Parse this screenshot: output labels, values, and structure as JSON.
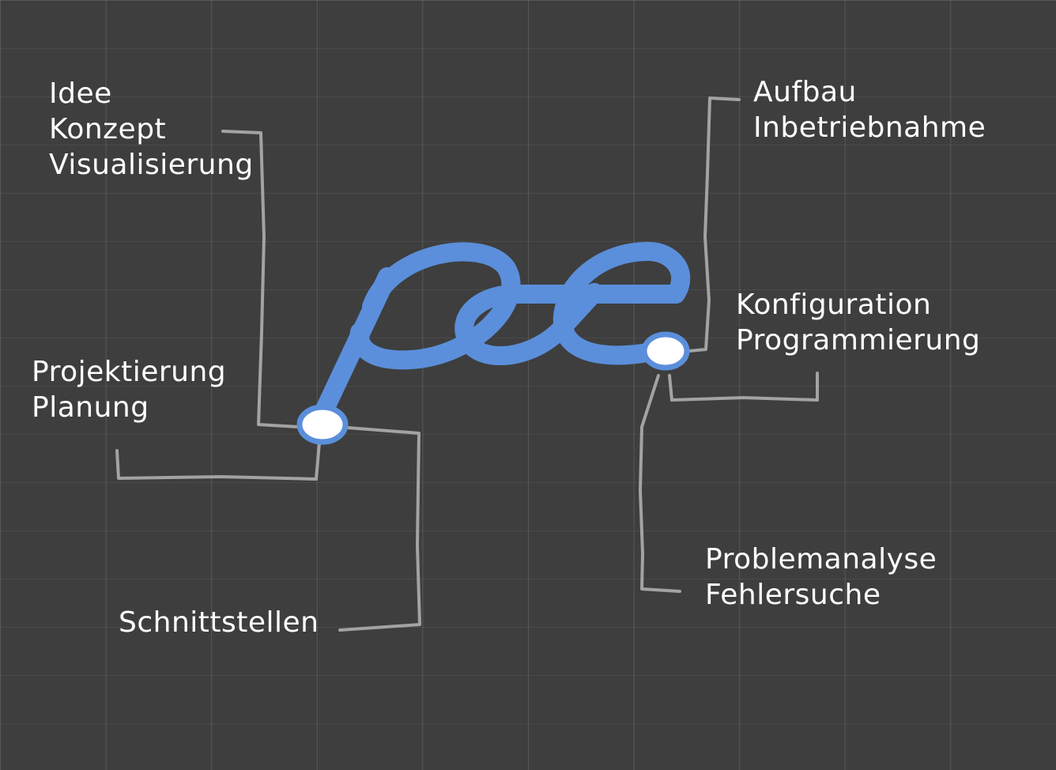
{
  "labels": {
    "idee": [
      "Idee",
      "Konzept",
      "Visualisierung"
    ],
    "aufbau": [
      "Aufbau",
      "Inbetriebnahme"
    ],
    "konfiguration": [
      "Konfiguration",
      "Programmierung"
    ],
    "projektierung": [
      "Projektierung",
      "Planung"
    ],
    "problemanalyse": [
      "Problemanalyse",
      "Fehlersuche"
    ],
    "schnittstellen": [
      "Schnittstellen"
    ]
  },
  "colors": {
    "background": "#3e3e3e",
    "grid": "#5a5a5a",
    "logo": "#5b8fdb",
    "connector": "#a3a3a3",
    "text": "#ffffff"
  }
}
